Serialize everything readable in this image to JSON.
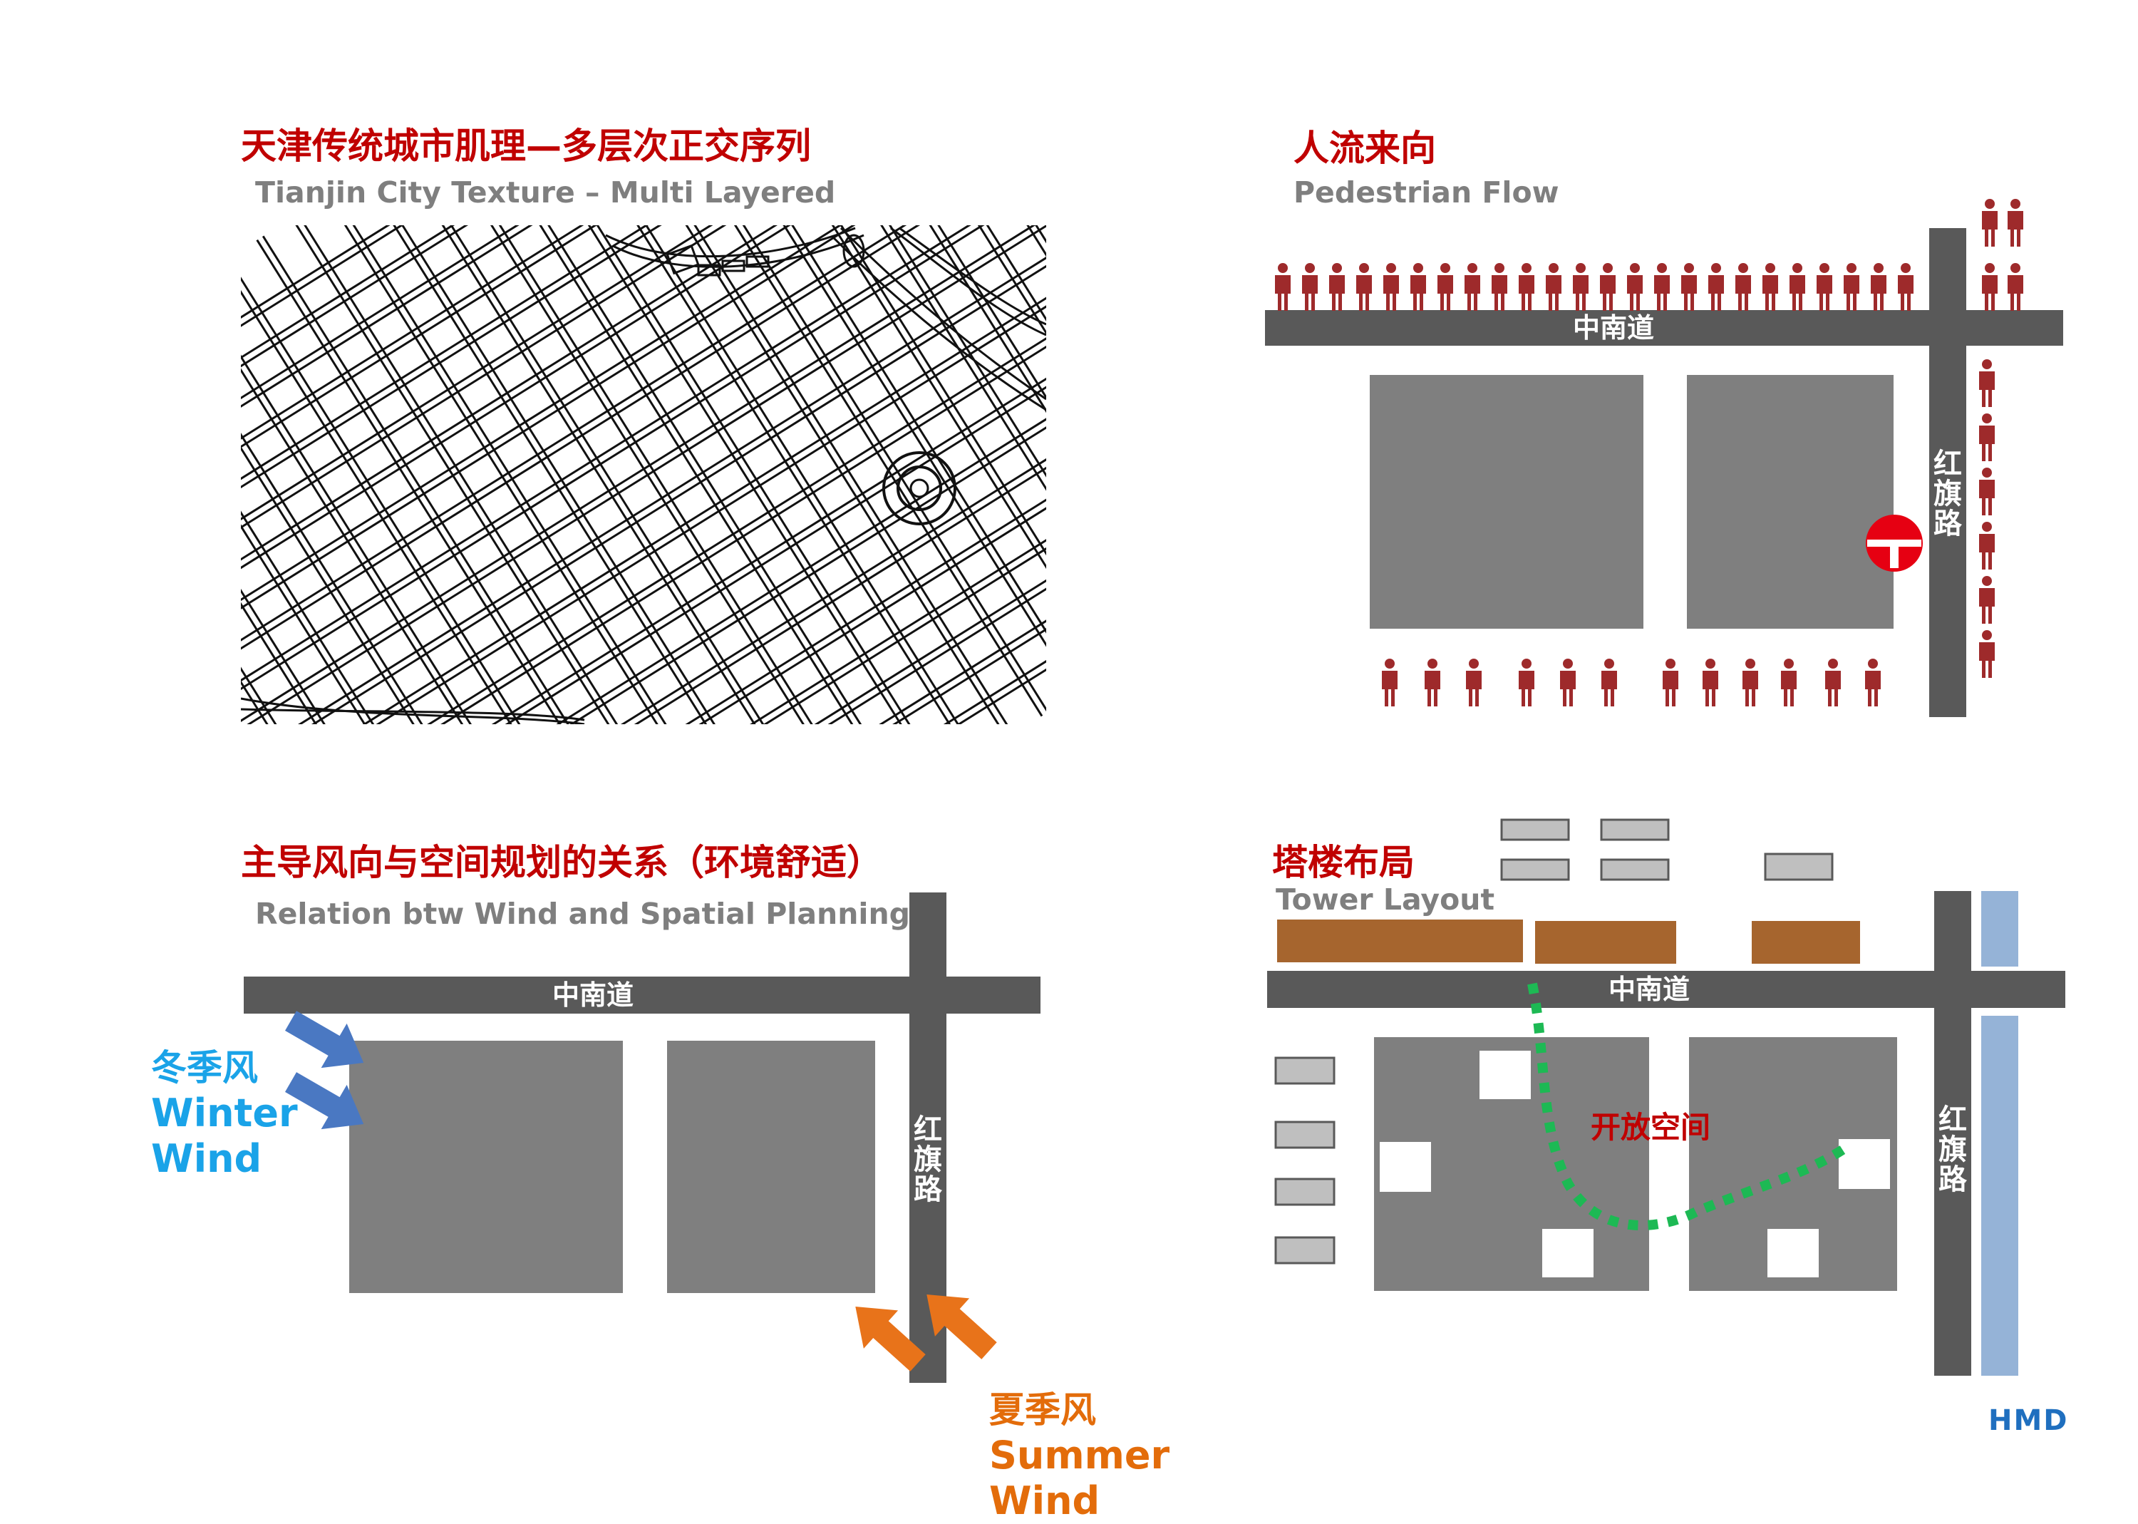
{
  "panels": {
    "texture": {
      "title_cn": "天津传统城市肌理—多层次正交序列",
      "title_en": "Tianjin City Texture – Multi Layered"
    },
    "pedestrian": {
      "title_cn": "人流来向",
      "title_en": "Pedestrian Flow",
      "road_h": "中南道",
      "road_v": [
        "红",
        "旗",
        "路"
      ]
    },
    "wind": {
      "title_cn": "主导风向与空间规划的关系（环境舒适）",
      "title_en": "Relation btw Wind and Spatial Planning",
      "road_h": "中南道",
      "road_v": [
        "红",
        "旗",
        "路"
      ],
      "winter": [
        "冬季风",
        "Winter",
        "Wind"
      ],
      "summer": [
        "夏季风",
        "Summer",
        "Wind"
      ]
    },
    "tower": {
      "title_cn": "塔楼布局",
      "title_en": "Tower Layout",
      "road_h": "中南道",
      "road_v": [
        "红",
        "旗",
        "路"
      ],
      "open_space": "开放空间"
    }
  },
  "brand": "HMD",
  "colors": {
    "title_red": "#c00000",
    "title_grey": "#7f7f7f",
    "road": "#595959",
    "block": "#7f7f7f",
    "person": "#9e2a2b",
    "winter": "#1aa3e8",
    "winter_arrow": "#4a78c2",
    "summer": "#e36c0a",
    "summer_arrow": "#e8731a",
    "tower": "#a6652e",
    "river": "#95b3d7",
    "open_path": "#1db954",
    "brand": "#1f6fbf"
  }
}
